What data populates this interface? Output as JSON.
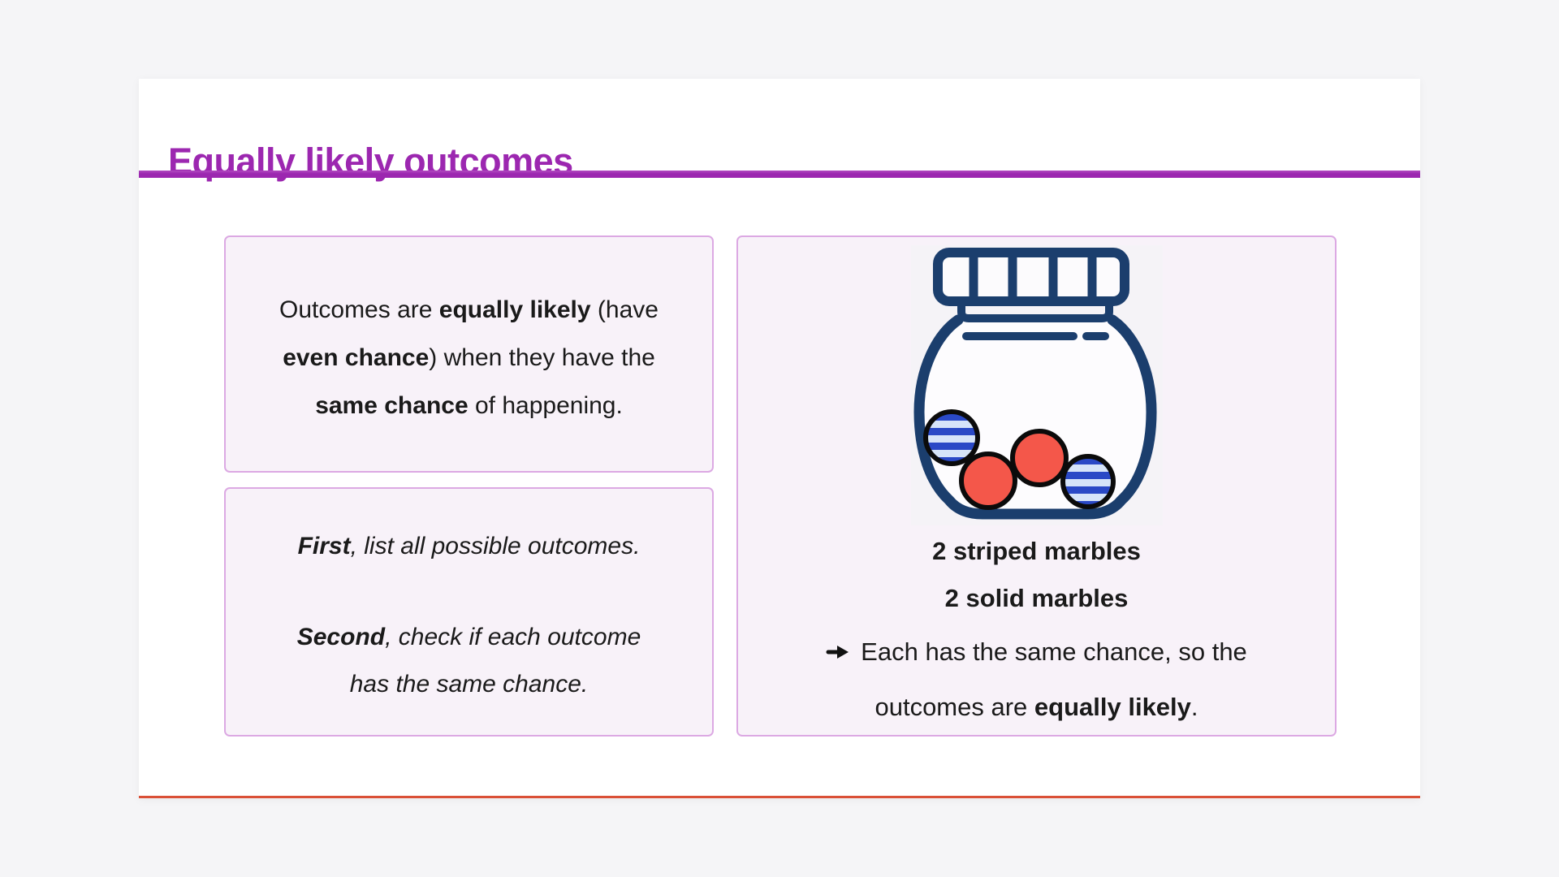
{
  "page": {
    "title": "Equally likely outcomes"
  },
  "colors": {
    "accent_purple": "#9C27B0",
    "box_border": "#DCA9E3",
    "box_background": "#F8F2F9",
    "card_bottom_line": "#DA5037",
    "jar_navy": "#1B3E6D",
    "marble_red": "#F4574A",
    "marble_stripe_blue": "#2A49C6",
    "marble_stripe_light": "#D6E4F9",
    "text_color": "#1A1A1A"
  },
  "definition_box": {
    "line1_pre": "Outcomes are ",
    "line1_bold": "equally likely",
    "line1_post": " (have",
    "line2_bold": "even chance",
    "line2_post": ") when they have the",
    "line3_bold": "same chance",
    "line3_post": " of happening."
  },
  "steps_box": {
    "step1_bold": "First",
    "step1_rest": ", list all possible outcomes.",
    "step2_bold": "Second",
    "step2_rest": ", check if each outcome",
    "step2_cont": "has the same chance."
  },
  "example_box": {
    "icon": "jar-with-marbles-icon",
    "striped_count": "2 striped marbles",
    "solid_count": "2 solid marbles",
    "conclusion_line1": "Each has the same chance, so the",
    "conclusion_line2_pre": "outcomes are ",
    "conclusion_line2_bold": "equally likely",
    "conclusion_line2_post": "."
  }
}
